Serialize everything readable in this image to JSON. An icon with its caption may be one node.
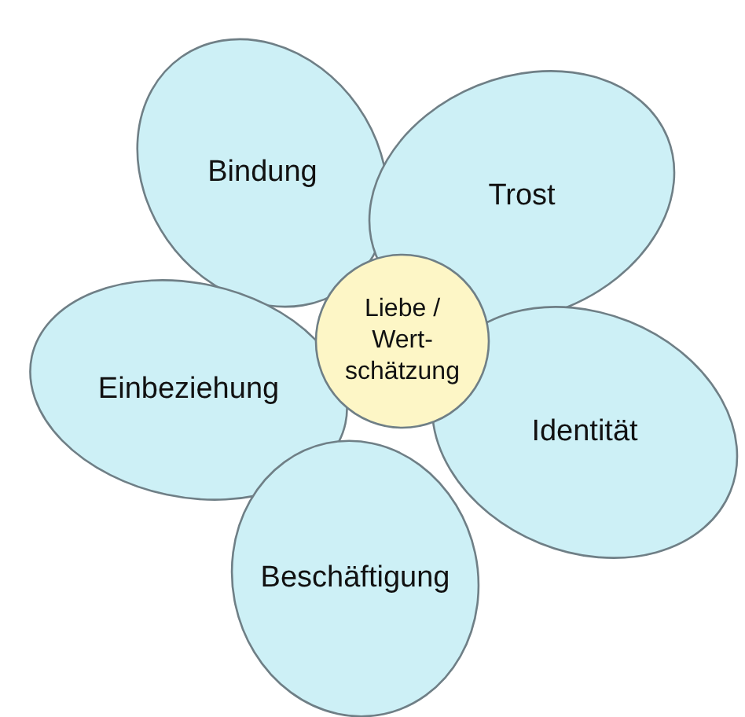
{
  "diagram": {
    "nodes": [
      {
        "text": [
          "Bindung"
        ]
      },
      {
        "text": [
          "Trost"
        ]
      },
      {
        "text": [
          "Liebe / Wert-schätzung"
        ]
      },
      {
        "text": [
          "Einbeziehung"
        ]
      },
      {
        "text": [
          "Identität"
        ]
      },
      {
        "text": [
          "Beschäftigung"
        ]
      }
    ]
  }
}
